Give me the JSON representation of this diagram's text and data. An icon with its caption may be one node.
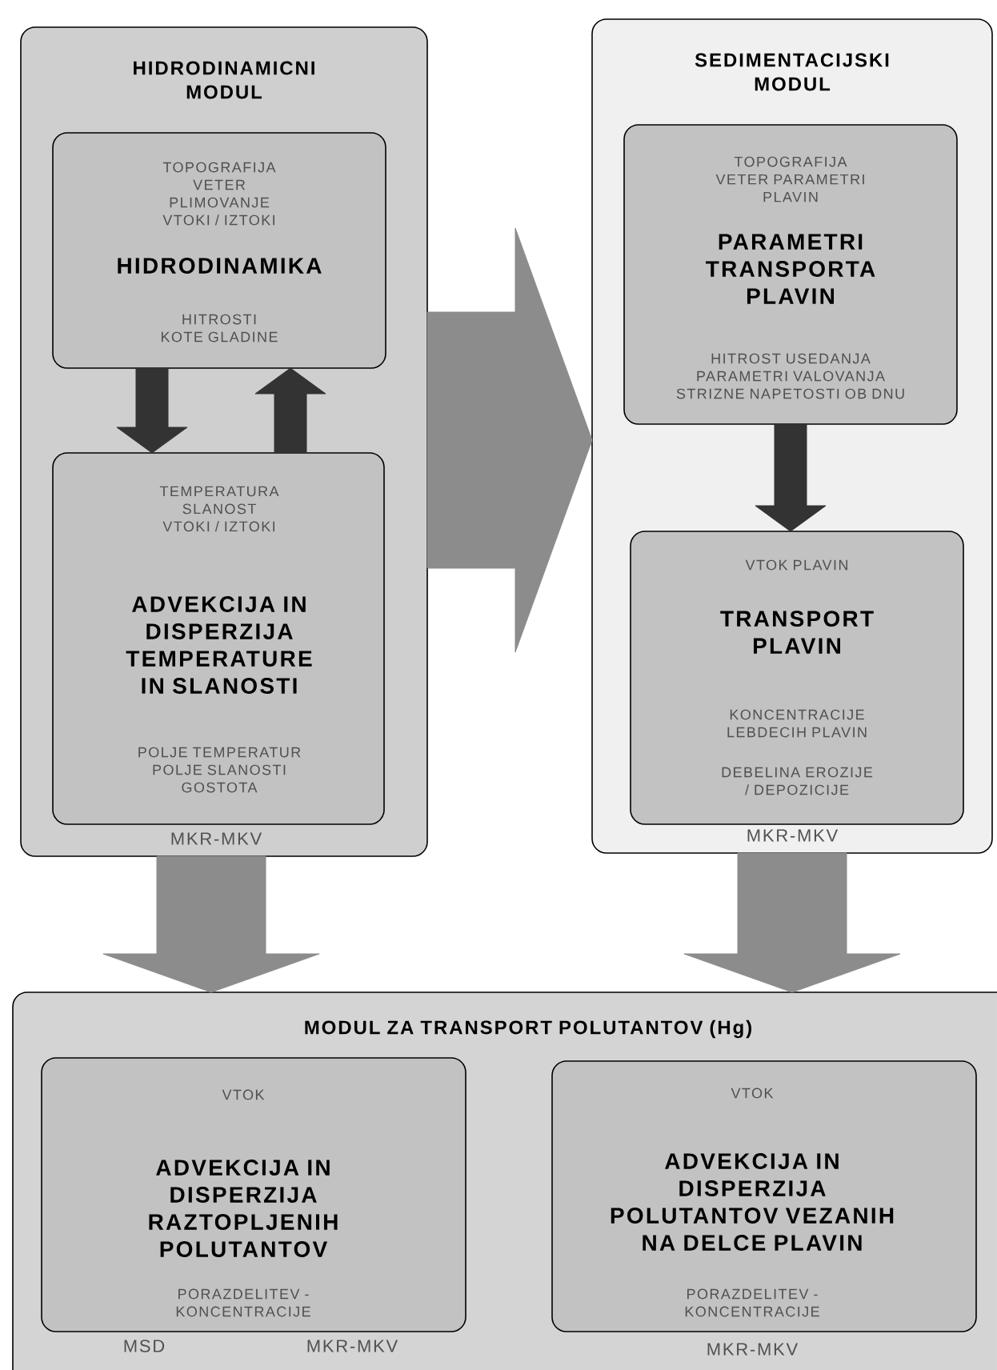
{
  "diagram": {
    "nodes": [
      {
        "text": [
          "HIDRODINAMICNI MODUL",
          "MKR-MKV"
        ]
      },
      {
        "text": [
          "TOPOGRAFIJA VETER PLIMOVANJE VTOKI / IZTOKI",
          "HIDRODINAMIKA",
          "HITROSTI KOTE GLADINE"
        ],
        "in": 0
      },
      {
        "text": [
          "TEMPERATURA SLANOST VTOKI / IZTOKI",
          "ADVEKCIJA IN DISPERZIJA TEMPERATURE IN SLANOSTI",
          "POLJE TEMPERATUR POLJE SLANOSTI GOSTOTA"
        ],
        "in": 0
      },
      {
        "text": [
          "SEDIMENTACIJSKI MODUL",
          "MKR-MKV"
        ]
      },
      {
        "text": [
          "TOPOGRAFIJA VETER PARAMETRI PLAVIN",
          "PARAMETRI TRANSPORTA PLAVIN",
          "HITROST USEDANJA PARAMETRI VALOVANJA STRIZNE NAPETOSTI OB DNU"
        ],
        "in": 3
      },
      {
        "text": [
          "VTOK PLAVIN",
          "TRANSPORT PLAVIN",
          "KONCENTRACIJE LEBDECIH PLAVIN",
          "DEBELINA EROZIJE / DEPOZICIJE"
        ],
        "in": 3
      },
      {
        "text": [
          "MODUL ZA TRANSPORT POLUTANTOV (Hg)",
          "MSD",
          "MKR-MKV",
          "MKR-MKV"
        ]
      },
      {
        "text": [
          "VTOK",
          "ADVEKCIJA IN DISPERZIJA RAZTOPLJENIH POLUTANTOV",
          "PORAZDELITEV - KONCENTRACIJE"
        ],
        "in": 6
      },
      {
        "text": [
          "VTOK",
          "ADVEKCIJA IN DISPERZIJA POLUTANTOV VEZANIH NA DELCE PLAVIN",
          "PORAZDELITEV - KONCENTRACIJE"
        ],
        "in": 6
      }
    ],
    "edges": [
      {
        "from": 1,
        "to": 2,
        "arrow": "to"
      },
      {
        "from": 2,
        "to": 1,
        "arrow": "to"
      },
      {
        "from": 0,
        "to": 3,
        "arrow": "to",
        "style": "thick",
        "color": "#8c8c8c"
      },
      {
        "from": 4,
        "to": 5,
        "arrow": "to"
      },
      {
        "from": 0,
        "to": 6,
        "arrow": "to",
        "style": "thick",
        "color": "#8c8c8c"
      },
      {
        "from": 3,
        "to": 6,
        "arrow": "to",
        "style": "thick",
        "color": "#8c8c8c"
      }
    ]
  }
}
